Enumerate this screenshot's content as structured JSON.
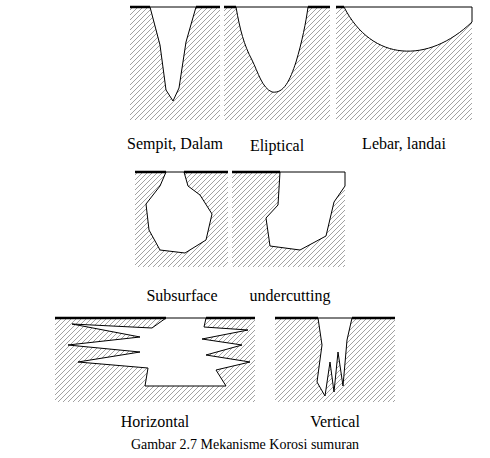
{
  "diagram": {
    "caption": "Gambar 2.7 Mekanisme Korosi sumuran",
    "labels": [
      "Sempit, Dalam",
      "Eliptical",
      "Lebar, landai",
      "Subsurface",
      "undercutting",
      "Horizontal",
      "Vertical"
    ]
  }
}
